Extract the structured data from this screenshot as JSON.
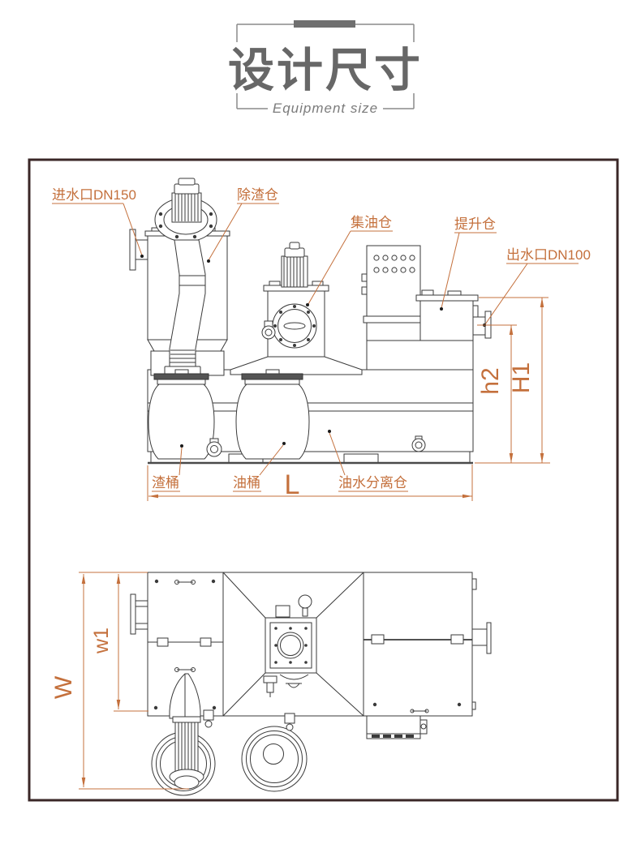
{
  "header": {
    "title": "设计尺寸",
    "subtitle": "Equipment size"
  },
  "front_view": {
    "labels": {
      "inlet": "进水口DN150",
      "slag_chamber": "除渣仓",
      "oil_chamber": "集油仓",
      "lift_chamber": "提升仓",
      "outlet": "出水口DN100",
      "slag_bucket": "渣桶",
      "oil_bucket": "油桶",
      "separator_chamber": "油水分离仓"
    },
    "dims": {
      "L": "L",
      "h2": "h2",
      "H1": "H1"
    }
  },
  "top_view": {
    "dims": {
      "W": "W",
      "w1": "w1"
    }
  },
  "colors": {
    "annotation": "#c4703c",
    "drawing_line": "#3a3a3a",
    "frame_border": "#3a2727",
    "title_gray": "#676767"
  }
}
